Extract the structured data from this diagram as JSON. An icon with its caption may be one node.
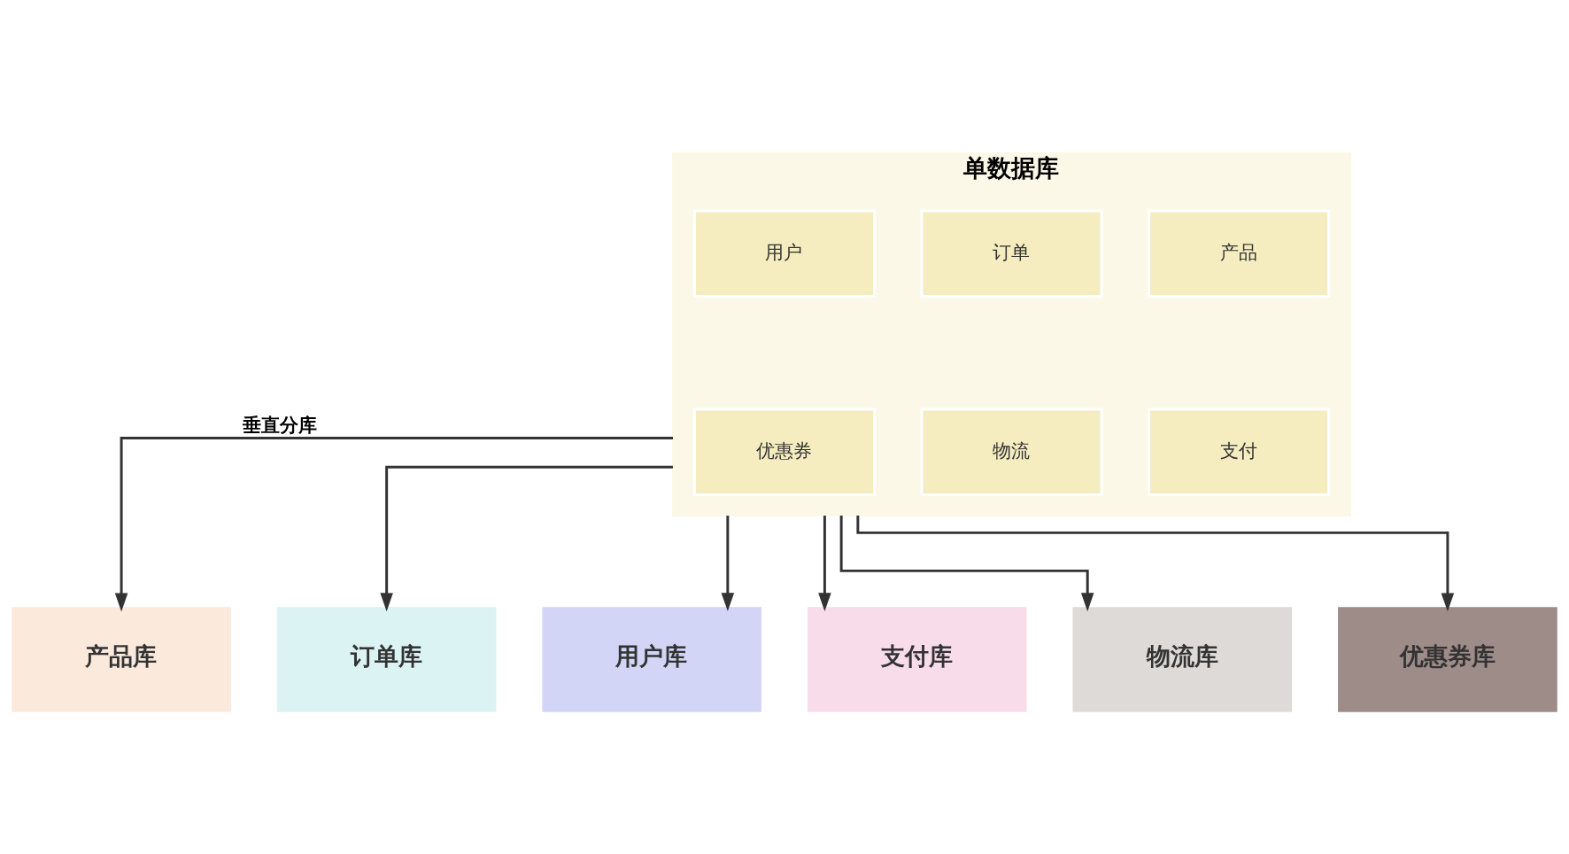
{
  "diagram": {
    "nodes": [
      {
        "text": [
          "单数据库"
        ]
      },
      {
        "text": [
          "产品"
        ],
        "in": 0
      },
      {
        "text": [
          "订单"
        ],
        "in": 0
      },
      {
        "text": [
          "用户"
        ],
        "in": 0
      },
      {
        "text": [
          "支付"
        ],
        "in": 0
      },
      {
        "text": [
          "物流"
        ],
        "in": 0
      },
      {
        "text": [
          "优惠券"
        ],
        "in": 0
      },
      {
        "text": [
          "产品库"
        ]
      },
      {
        "text": [
          "订单库"
        ]
      },
      {
        "text": [
          "用户库"
        ]
      },
      {
        "text": [
          "支付库"
        ]
      },
      {
        "text": [
          "物流库"
        ]
      },
      {
        "text": [
          "优惠券库"
        ]
      }
    ],
    "edges": [
      {
        "from": 0,
        "to": 7,
        "arrow": "to",
        "label": "垂直分库"
      },
      {
        "from": 0,
        "to": 8,
        "arrow": "to"
      },
      {
        "from": 0,
        "to": 9,
        "arrow": "to"
      },
      {
        "from": 0,
        "to": 10,
        "arrow": "to"
      },
      {
        "from": 0,
        "to": 11,
        "arrow": "to"
      },
      {
        "from": 0,
        "to": 12,
        "arrow": "to"
      }
    ]
  }
}
